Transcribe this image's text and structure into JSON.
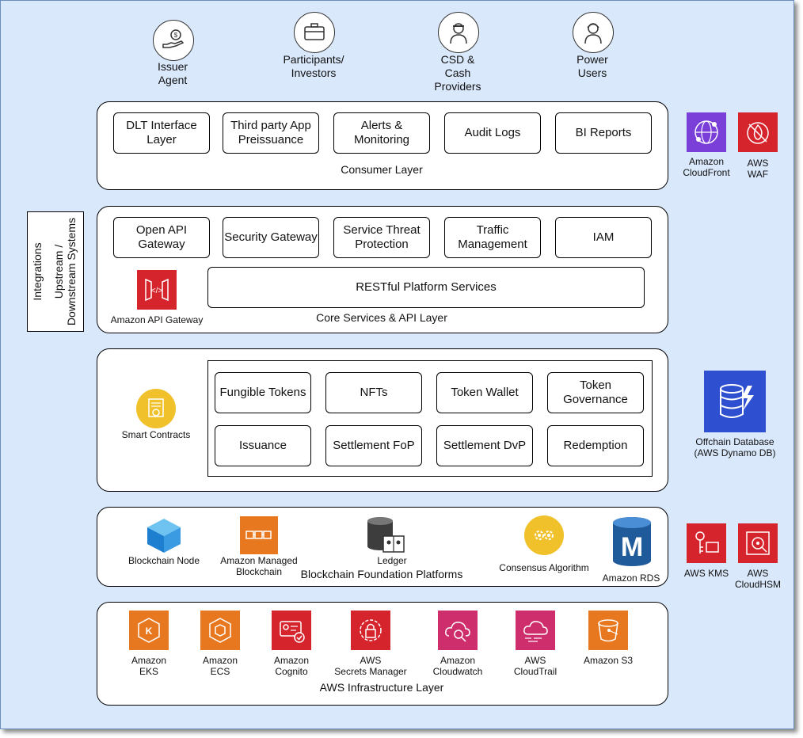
{
  "actors": [
    {
      "label": "Issuer\nAgent"
    },
    {
      "label": "Participants/\nInvestors"
    },
    {
      "label": "CSD &\nCash\nProviders"
    },
    {
      "label": "Power\nUsers"
    }
  ],
  "consumer_layer": {
    "title": "Consumer Layer",
    "boxes": [
      "DLT Interface\nLayer",
      "Third party App\nPreissuance",
      "Alerts &\nMonitoring",
      "Audit Logs",
      "BI Reports"
    ]
  },
  "core_layer": {
    "title": "Core Services & API Layer",
    "boxes": [
      "Open API\nGateway",
      "Security Gateway",
      "Service Threat\nProtection",
      "Traffic\nManagement",
      "IAM"
    ],
    "restful": "RESTful Platform Services",
    "api_gateway": "Amazon API Gateway"
  },
  "integrations": {
    "line1": "Integrations",
    "line2": "Upstream /\nDownstream Systems"
  },
  "smart_contracts": {
    "label": "Smart Contracts",
    "boxes": [
      "Fungible Tokens",
      "NFTs",
      "Token Wallet",
      "Token\nGovernance",
      "Issuance",
      "Settlement FoP",
      "Settlement DvP",
      "Redemption"
    ]
  },
  "blockchain_layer": {
    "title": "Blockchain Foundation Platforms",
    "items": [
      "Blockchain Node",
      "Amazon Managed\nBlockchain",
      "Ledger",
      "Consensus Algorithm",
      "Amazon RDS"
    ]
  },
  "infra_layer": {
    "title": "AWS Infrastructure Layer",
    "items": [
      "Amazon\nEKS",
      "Amazon\nECS",
      "Amazon\nCognito",
      "AWS\nSecrets Manager",
      "Amazon\nCloudwatch",
      "AWS\nCloudTrail",
      "Amazon S3"
    ]
  },
  "side_services": {
    "cloudfront": "Amazon\nCloudFront",
    "waf": "AWS\nWAF",
    "dynamo": "Offchain Database\n(AWS Dynamo DB)",
    "kms": "AWS KMS",
    "cloudhsm": "AWS\nCloudHSM"
  },
  "colors": {
    "canvas": "#dae8fc",
    "orange": "#e7781f",
    "red": "#d6242d",
    "pink": "#cf2e6c",
    "purple": "#7a3ed9",
    "blue": "#2e4fcf",
    "yellow": "#f0c12a"
  }
}
